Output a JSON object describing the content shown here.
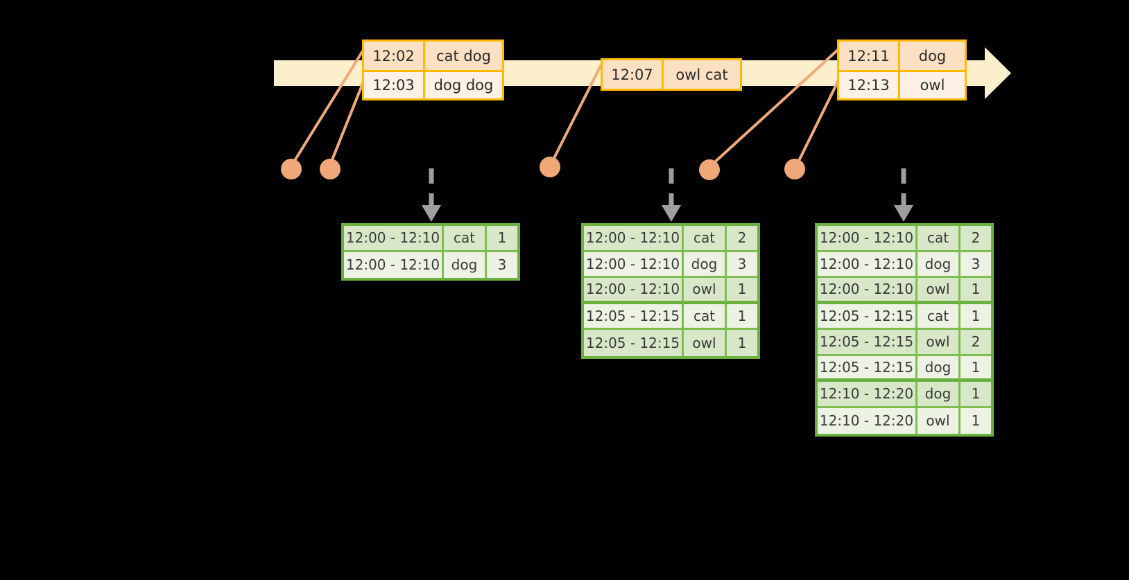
{
  "diagram": {
    "title": "sliding-window-word-count-timeline",
    "colors": {
      "background": "#000000",
      "timeline_bar": "#FCEFCB",
      "event_border": "#FFB900",
      "event_fill_dark": "#FCE0C4",
      "event_fill_light": "#FDF0E4",
      "connector": "#F0AA79",
      "dot": "#F0A878",
      "table_border": "#6BB13F",
      "table_grid": "#7DBE4F",
      "table_fill_dark": "#D9E7C9",
      "table_fill_light": "#ECF2E4",
      "dashed_arrow": "#9E9E9E"
    }
  },
  "timeline": {
    "name": "event-timeline",
    "events": [
      {
        "id": "event-group-1",
        "rows": [
          {
            "time": "12:02",
            "words": "cat dog"
          },
          {
            "time": "12:03",
            "words": "dog dog"
          }
        ]
      },
      {
        "id": "event-group-2",
        "rows": [
          {
            "time": "12:07",
            "words": "owl cat"
          }
        ]
      },
      {
        "id": "event-group-3",
        "rows": [
          {
            "time": "12:11",
            "words": "dog"
          },
          {
            "time": "12:13",
            "words": "owl"
          }
        ]
      }
    ]
  },
  "results": [
    {
      "id": "result-table-1",
      "rows": [
        {
          "window": "12:00 - 12:10",
          "word": "cat",
          "count": "1"
        },
        {
          "window": "12:00 - 12:10",
          "word": "dog",
          "count": "3"
        }
      ]
    },
    {
      "id": "result-table-2",
      "rows": [
        {
          "window": "12:00 - 12:10",
          "word": "cat",
          "count": "2"
        },
        {
          "window": "12:00 - 12:10",
          "word": "dog",
          "count": "3"
        },
        {
          "window": "12:00 - 12:10",
          "word": "owl",
          "count": "1"
        },
        {
          "window": "12:05 - 12:15",
          "word": "cat",
          "count": "1"
        },
        {
          "window": "12:05 - 12:15",
          "word": "owl",
          "count": "1"
        }
      ]
    },
    {
      "id": "result-table-3",
      "rows": [
        {
          "window": "12:00 - 12:10",
          "word": "cat",
          "count": "2"
        },
        {
          "window": "12:00 - 12:10",
          "word": "dog",
          "count": "3"
        },
        {
          "window": "12:00 - 12:10",
          "word": "owl",
          "count": "1"
        },
        {
          "window": "12:05 - 12:15",
          "word": "cat",
          "count": "1"
        },
        {
          "window": "12:05 - 12:15",
          "word": "owl",
          "count": "2"
        },
        {
          "window": "12:05 - 12:15",
          "word": "dog",
          "count": "1"
        },
        {
          "window": "12:10 - 12:20",
          "word": "dog",
          "count": "1"
        },
        {
          "window": "12:10 - 12:20",
          "word": "owl",
          "count": "1"
        }
      ]
    }
  ]
}
